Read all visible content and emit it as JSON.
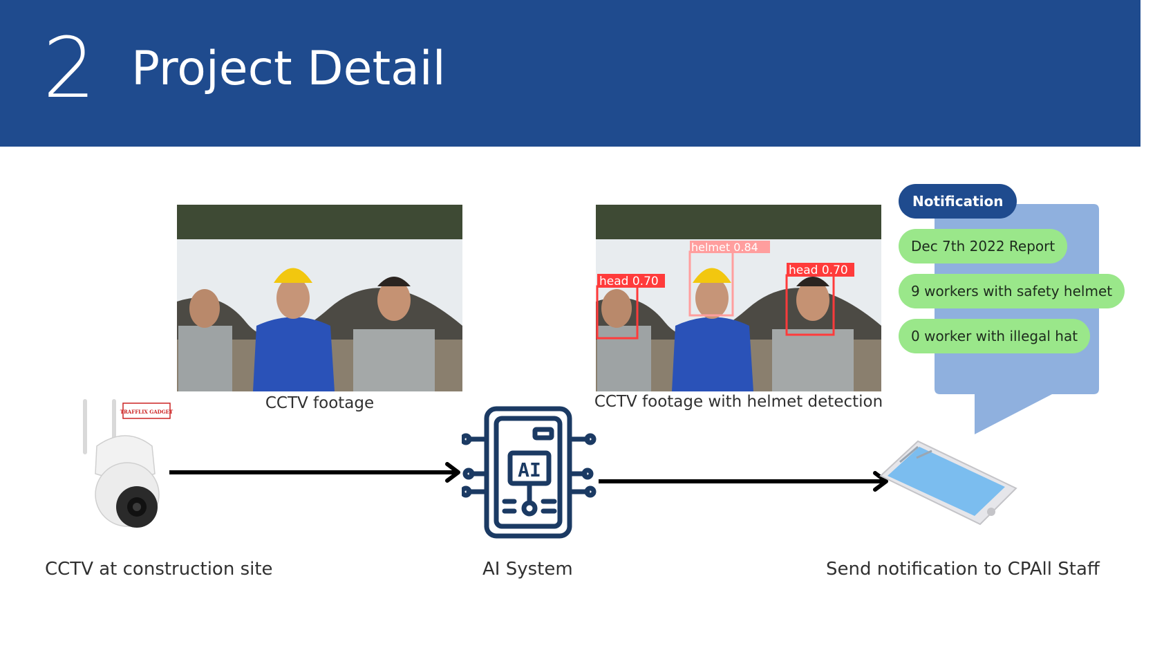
{
  "slide": {
    "number": "2",
    "title": "Project Detail"
  },
  "photos": {
    "raw_caption": "CCTV footage",
    "detected_caption": "CCTV footage with helmet detection",
    "detections": [
      {
        "label": "helmet 0.84"
      },
      {
        "label": "head 0.70"
      },
      {
        "label": "head 0.70"
      }
    ]
  },
  "stages": {
    "camera": {
      "label": "CCTV at construction site",
      "brand": "TRAFFLIX GADGET"
    },
    "ai": {
      "label": "AI System",
      "icon_text": "AI"
    },
    "phone": {
      "label": "Send notification to CPAll Staff"
    }
  },
  "notification": {
    "title": "Notification",
    "items": [
      "Dec 7th 2022 Report",
      "9 workers with safety helmet",
      "0 worker with illegal hat"
    ]
  },
  "colors": {
    "header": "#1f4b8e",
    "bubble": "#8fb0de",
    "pill": "#9ae78a",
    "ai_icon": "#1b3a63",
    "detection_box": "#ff3b3b",
    "helmet_box": "#ff9e9e"
  },
  "icons": [
    "cctv-camera-icon",
    "ai-chip-icon",
    "smartphone-icon",
    "arrow-right-icon"
  ]
}
